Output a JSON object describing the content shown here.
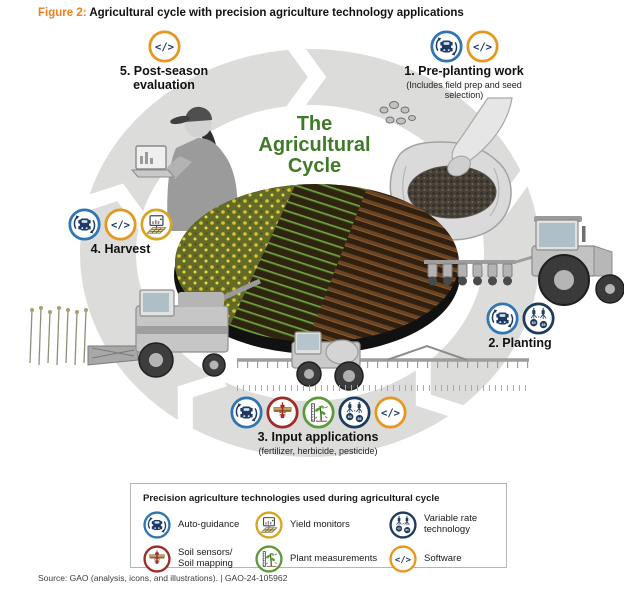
{
  "figure": {
    "label": "Figure 2:",
    "title": "Agricultural cycle with precision agriculture technology applications"
  },
  "center": {
    "line1": "The",
    "line2": "Agricultural",
    "line3": "Cycle"
  },
  "stages": [
    {
      "label": "1. Pre-planting work",
      "sublabel": "(Includes field prep and seed selection)",
      "technologies": [
        "auto-guidance",
        "software"
      ]
    },
    {
      "label": "2. Planting",
      "sublabel": "",
      "technologies": [
        "auto-guidance",
        "variable-rate-technology"
      ]
    },
    {
      "label": "3. Input applications",
      "sublabel": "(fertilizer, herbicide, pesticide)",
      "technologies": [
        "auto-guidance",
        "soil-sensors",
        "plant-measurements",
        "variable-rate-technology",
        "software"
      ]
    },
    {
      "label": "4. Harvest",
      "sublabel": "",
      "technologies": [
        "auto-guidance",
        "software",
        "yield-monitors"
      ]
    },
    {
      "label": "5. Post-season evaluation",
      "sublabel": "",
      "technologies": [
        "software"
      ]
    }
  ],
  "legend": {
    "title": "Precision agriculture technologies used during agricultural cycle",
    "items": [
      {
        "name": "auto-guidance",
        "label": "Auto-guidance",
        "color": "#2E75B6"
      },
      {
        "name": "yield-monitors",
        "label": "Yield monitors",
        "color": "#D9A420"
      },
      {
        "name": "variable-rate-technology",
        "label": "Variable rate technology",
        "color": "#1F3A5F"
      },
      {
        "name": "soil-sensors",
        "label": "Soil sensors/ Soil mapping",
        "color": "#9E2B25"
      },
      {
        "name": "plant-measurements",
        "label": "Plant measurements",
        "color": "#5B9B38"
      },
      {
        "name": "software",
        "label": "Software",
        "color": "#E8971E"
      }
    ]
  },
  "icons": {
    "software_glyph": "</>",
    "vrt_left": "60",
    "vrt_right": "85"
  },
  "palette": {
    "figure_orange": "#E8821E",
    "title_green": "#3E7A28",
    "ring_gray": "#DCDCDA"
  },
  "source": "Source: GAO (analysis, icons, and illustrations).  |  GAO-24-105962"
}
